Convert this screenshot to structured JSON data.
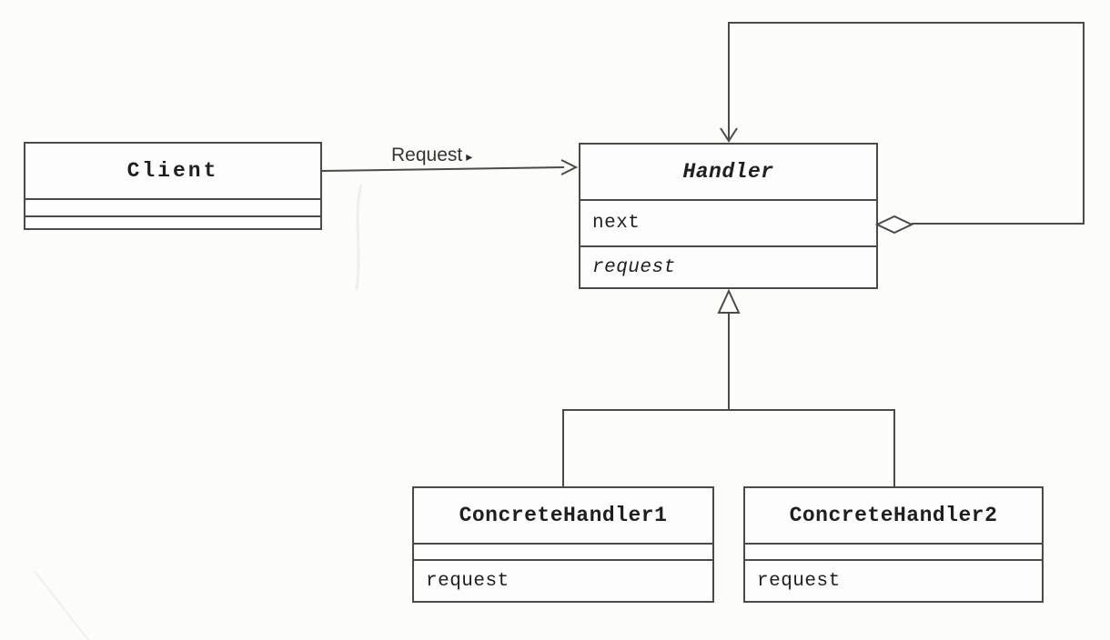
{
  "diagram": {
    "background": "#fcfcfb",
    "line_color": "#4a4a4a",
    "text_color": "#1f1f1f"
  },
  "classes": {
    "client": {
      "name": "Client"
    },
    "handler": {
      "name": "Handler",
      "attribute": "next",
      "operation": "request"
    },
    "concrete_handler_1": {
      "name": "ConcreteHandler1",
      "operation": "request"
    },
    "concrete_handler_2": {
      "name": "ConcreteHandler2",
      "operation": "request"
    }
  },
  "relations": {
    "request_association": {
      "label": "Request",
      "direction_marker": "▸"
    },
    "successor_aggregation": {
      "type": "aggregation"
    },
    "generalization": {
      "type": "inheritance"
    }
  }
}
